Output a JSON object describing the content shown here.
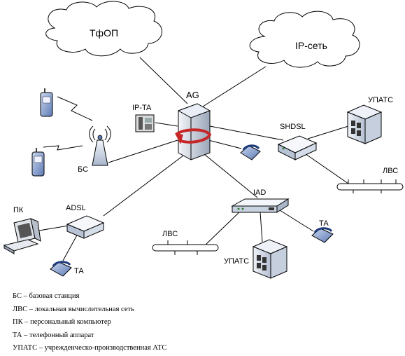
{
  "nodes": {
    "cloud_tfop": "ТфОП",
    "cloud_ip": "IP-сеть",
    "ag": "AG",
    "ip_ta": "IP-TA",
    "shdsl": "SHDSL",
    "upats_top": "УПАТС",
    "lvs_right": "ЛВС",
    "bs": "БС",
    "iad": "IAD",
    "ta_right": "ТА",
    "adsl": "ADSL",
    "pk": "ПК",
    "lvs_left": "ЛВС",
    "upats_bottom": "УПАТС",
    "ta_left": "ТА"
  },
  "legend": [
    {
      "abbr": "БС",
      "sep": " – ",
      "text": "базовая станция"
    },
    {
      "abbr": "ЛВС",
      "sep": " – ",
      "text": "локальная вычислительная сеть"
    },
    {
      "abbr": "ПК",
      "sep": " – ",
      "text": "персональный компьютер"
    },
    {
      "abbr": "ТА",
      "sep": " – ",
      "text": "телефонный аппарат"
    },
    {
      "abbr": "УПАТС",
      "sep": " – ",
      "text": "учрежденческо-производственная АТС"
    }
  ]
}
